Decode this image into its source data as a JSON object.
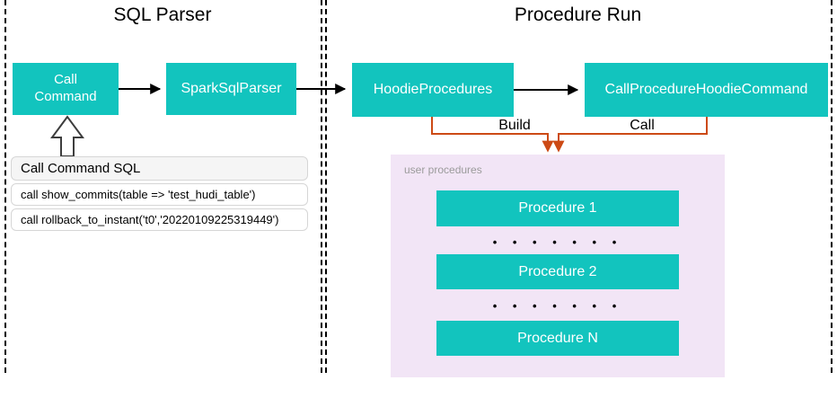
{
  "sections": {
    "sql_parser": {
      "title": "SQL Parser"
    },
    "procedure_run": {
      "title": "Procedure Run"
    }
  },
  "nodes": {
    "call_command": "Call\nCommand",
    "spark_sql_parser": "SparkSqlParser",
    "hoodie_procedures": "HoodieProcedures",
    "call_procedure_hoodie_command": "CallProcedureHoodieCommand"
  },
  "edges": {
    "build_label": "Build",
    "call_label": "Call"
  },
  "sql_panel": {
    "header": "Call Command SQL",
    "rows": [
      "call show_commits(table => 'test_hudi_table')",
      "call rollback_to_instant('t0','20220109225319449')"
    ]
  },
  "user_procedures": {
    "label": "user procedures",
    "items": [
      "Procedure 1",
      "Procedure 2",
      "Procedure N"
    ],
    "dots": "• • • • • • •"
  },
  "colors": {
    "teal": "#12c4be",
    "purple": "#f2e5f6",
    "orange": "#cc4a15",
    "arrow_black": "#000000"
  }
}
